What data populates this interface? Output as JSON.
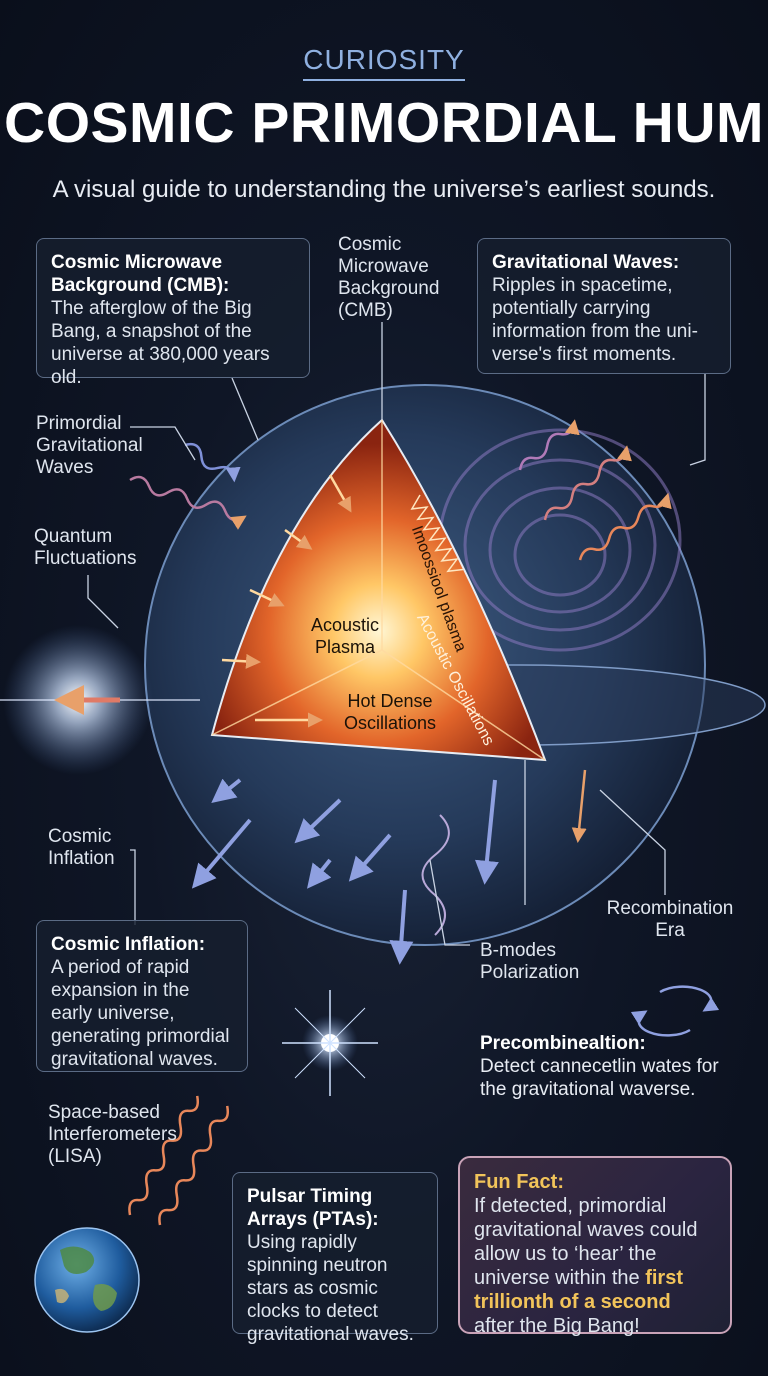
{
  "header": {
    "kicker": "CURIOSITY",
    "title": "COSMIC PRIMORDIAL HUM",
    "subtitle": "A visual guide to understanding the universe’s earliest sounds."
  },
  "boxes": {
    "cmb": {
      "heading": "Cosmic Microwave Background (CMB):",
      "text": "The afterglow of the Big Bang, a snapshot of the universe at 380,000 years old."
    },
    "grav_waves": {
      "heading": "Gravitational Waves:",
      "text": "Ripples in spacetime, potentially carrying information from the uni-verse's first moments."
    },
    "inflation": {
      "heading": "Cosmic Inflation:",
      "text": "A period of rapid expansion in the early universe, generating primordial gravitational waves."
    },
    "precombination": {
      "heading": "Precombinealtion:",
      "text": "Detect cannecetlin wates for the gravitational waverse."
    },
    "pta": {
      "heading": "Pulsar Timing Arrays (PTAs):",
      "text": "Using rapidly spinning neutron stars as cosmic clocks to detect gravitational waves."
    },
    "fun_fact": {
      "heading": "Fun Fact:",
      "text_before": "If detected, primordial gravitational waves could allow us to ‘hear’ the universe within the ",
      "highlight": "first trillionth of a second",
      "text_after": " after the Big Bang!"
    }
  },
  "labels": {
    "cmb_top": "Cosmic Microwave Background (CMB)",
    "primordial_gw": "Primordial Gravitational Waves",
    "quantum": "Quantum Fluctuations",
    "inflation": "Cosmic Inflation",
    "recombination": "Recombination Era",
    "bmodes": "B-modes Polarization",
    "lisa": "Space-based Interferometers (LISA)",
    "acoustic_plasma": "Acoustic Plasma",
    "hot_dense": "Hot Dense Oscillations",
    "acoustic_osc": "Acoustic Oscillations",
    "mirrored_plasma": "Imoossiool plasma"
  },
  "colors": {
    "accent": "#8fb0e0",
    "highlight": "#f2c45a",
    "wave": "#e8875a",
    "wave_violet": "#9b7fd0",
    "arrow_blue": "#8fa0e0"
  }
}
